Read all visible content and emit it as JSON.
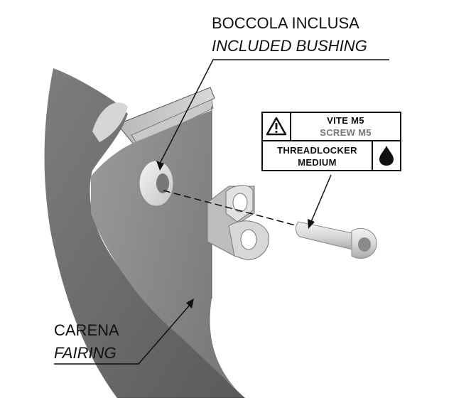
{
  "labels": {
    "bushing_it": "BOCCOLA INCLUSA",
    "bushing_en": "INCLUDED BUSHING",
    "fairing_it": "CARENA",
    "fairing_en": "FAIRING"
  },
  "spec_box": {
    "screw_it": "VITE M5",
    "screw_en": "SCREW M5",
    "threadlocker_line1": "THREADLOCKER",
    "threadlocker_line2": "MEDIUM",
    "warning_icon": "warning-triangle-icon",
    "drop_icon": "threadlocker-drop-icon"
  },
  "colors": {
    "line": "#111111",
    "part_light": "#e6e6e6",
    "part_mid": "#c8c8c8",
    "part_dark": "#8a8a8a",
    "screw_en_text": "#777777"
  }
}
